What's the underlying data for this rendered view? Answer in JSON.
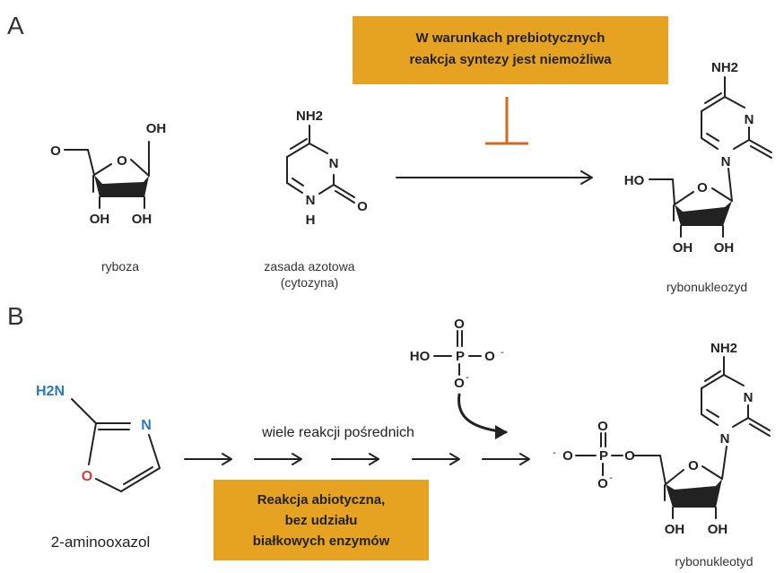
{
  "colors": {
    "box": "#e6a322",
    "inhibitor": "#d2691e",
    "amine": "#2a7ab5",
    "oxygen": "#d23b3b",
    "bond": "#222222"
  },
  "panel_a": {
    "letter": "A",
    "box_line1": "W warunkach prebiotycznych",
    "box_line2": "reakcja syntezy jest niemożliwa",
    "ribose": {
      "caption": "ryboza",
      "o_left": "O",
      "o_ring": "O",
      "oh_top": "OH",
      "oh_bl": "OH",
      "oh_br": "OH"
    },
    "base": {
      "caption1": "zasada azotowa",
      "caption2": "(cytozyna)",
      "nh2": "NH2",
      "n3": "N",
      "n1": "N",
      "h": "H",
      "o": "O"
    },
    "nucleoside": {
      "caption": "rybonukleozyd",
      "nh2": "NH2",
      "n3": "N",
      "n1": "N",
      "o_ring": "O",
      "ho": "HO",
      "oh_l": "OH",
      "oh_r": "OH"
    }
  },
  "panel_b": {
    "letter": "B",
    "aminooxazole": {
      "caption": "2-aminooxazol",
      "h2n": "H2N",
      "n": "N",
      "o": "O"
    },
    "intermediates_label": "wiele reakcji pośrednich",
    "box_line1": "Reakcja abiotyczna,",
    "box_line2": "bez udziału",
    "box_line3": "białkowych enzymów",
    "phosphate": {
      "o_top": "O",
      "ho": "HO",
      "p": "P",
      "o_right": "O",
      "o_bottom": "O",
      "charge": "-"
    },
    "nucleotide": {
      "caption": "rybonukleotyd",
      "nh2": "NH2",
      "n3": "N",
      "n1": "N",
      "o_ring": "O",
      "o_top": "O",
      "o_left": "O",
      "p": "P",
      "o_link": "O",
      "o_bottom": "O",
      "oh_l": "OH",
      "oh_r": "OH",
      "charge": "-"
    }
  }
}
